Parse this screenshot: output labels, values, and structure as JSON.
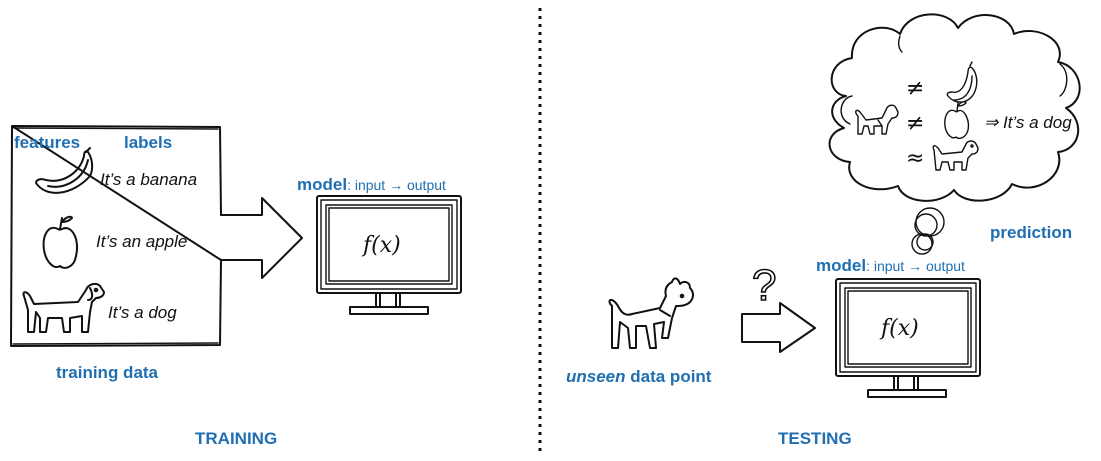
{
  "training": {
    "header_features": "features",
    "header_labels": "labels",
    "items": [
      {
        "icon": "banana-icon",
        "label": "It’s a banana"
      },
      {
        "icon": "apple-icon",
        "label": "It’s an apple"
      },
      {
        "icon": "dog-icon",
        "label": "It’s a dog"
      }
    ],
    "caption": "training data",
    "model_word": "model",
    "model_suffix": ": input → output",
    "formula": "f(x)",
    "section_title": "TRAINING"
  },
  "testing": {
    "question_mark": "?",
    "unseen_word": "unseen",
    "unseen_rest": " data point",
    "model_word": "model",
    "model_suffix": ": input → output",
    "formula": "f(x)",
    "prediction_label": "prediction",
    "thought": {
      "rel_banana": "≠",
      "rel_apple": "≠",
      "rel_dog": "≈",
      "conclusion": "⇒ It’s a dog"
    },
    "section_title": "TESTING"
  },
  "colors": {
    "accent": "#1f6fb2",
    "ink": "#111111"
  }
}
